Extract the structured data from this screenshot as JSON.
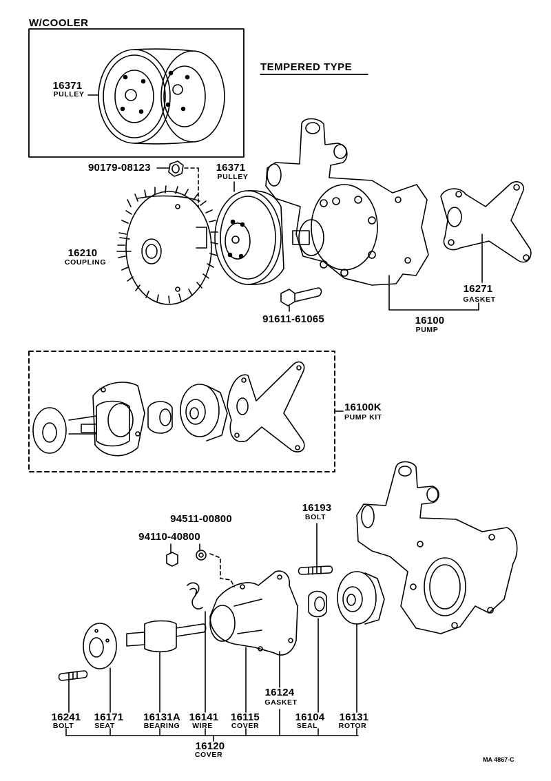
{
  "headers": {
    "cooler": "W/COOLER",
    "tempered": "TEMPERED TYPE"
  },
  "parts": {
    "pulley_cooler": {
      "number": "16371",
      "name": "PULLEY"
    },
    "nut": {
      "number": "90179-08123"
    },
    "pulley": {
      "number": "16371",
      "name": "PULLEY"
    },
    "coupling": {
      "number": "16210",
      "name": "COUPLING"
    },
    "bolt_pump": {
      "number": "91611-61065"
    },
    "gasket_pump": {
      "number": "16271",
      "name": "GASKET"
    },
    "pump": {
      "number": "16100",
      "name": "PUMP"
    },
    "pump_kit": {
      "number": "16100K",
      "name": "PUMP KIT"
    },
    "washer": {
      "number": "94511-00800"
    },
    "nut_small": {
      "number": "94110-40800"
    },
    "stud_bolt": {
      "number": "16193",
      "name": "BOLT"
    },
    "gasket_cover": {
      "number": "16124",
      "name": "GASKET"
    },
    "bolt": {
      "number": "16241",
      "name": "BOLT"
    },
    "seat": {
      "number": "16171",
      "name": "SEAT"
    },
    "bearing": {
      "number": "16131A",
      "name": "BEARING"
    },
    "wire": {
      "number": "16141",
      "name": "WIRE"
    },
    "cover": {
      "number": "16115",
      "name": "COVER"
    },
    "seal": {
      "number": "16104",
      "name": "SEAL"
    },
    "rotor": {
      "number": "16131",
      "name": "ROTOR"
    },
    "cover_assy": {
      "number": "16120",
      "name": "COVER"
    }
  },
  "reference": "MA 4867-C"
}
